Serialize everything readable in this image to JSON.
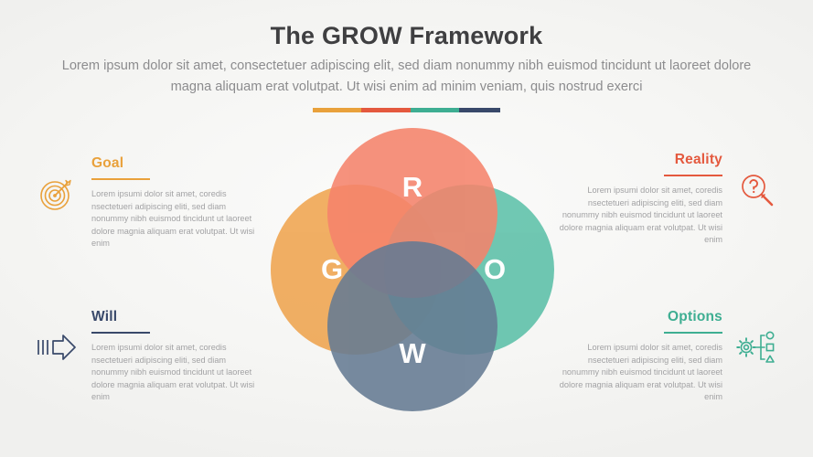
{
  "header": {
    "title": "The GROW Framework",
    "subtitle": "Lorem ipsum dolor sit amet, consectetuer adipiscing elit, sed diam nonummy nibh euismod tincidunt ut laoreet dolore magna aliquam erat volutpat. Ut wisi enim ad minim veniam, quis nostrud exerci"
  },
  "colors": {
    "goal_orange": "#E9A13B",
    "reality_red": "#E4593E",
    "options_teal": "#3EAE92",
    "will_navy": "#39496A",
    "circle_r": "#F5836B",
    "circle_g": "#EFA44F",
    "circle_o": "#5CC0A8",
    "circle_w": "#657B93",
    "background": "#F7F7F5",
    "title_text": "#3F3F41",
    "body_text": "#A2A2A4"
  },
  "divider": {
    "segments": [
      "#E9A13B",
      "#E4593E",
      "#3EAE92",
      "#39496A"
    ]
  },
  "venn": {
    "circles": [
      {
        "letter": "R",
        "name": "reality",
        "color": "#F5836B"
      },
      {
        "letter": "G",
        "name": "goal",
        "color": "#EFA44F"
      },
      {
        "letter": "O",
        "name": "options",
        "color": "#5CC0A8"
      },
      {
        "letter": "W",
        "name": "will",
        "color": "#657B93"
      }
    ]
  },
  "blocks": {
    "goal": {
      "heading": "Goal",
      "body": "Lorem ipsumi dolor sit amet, coredis nsectetueri adipiscing eliti, sed diam nonummy nibh euismod tincidunt ut laoreet dolore magnia aliquam erat volutpat. Ut wisi enim",
      "icon": "target-icon",
      "color": "#E9A13B"
    },
    "will": {
      "heading": "Will",
      "body": "Lorem ipsumi dolor sit amet, coredis nsectetueri adipiscing eliti, sed diam nonummy nibh euismod tincidunt ut laoreet dolore magnia aliquam erat volutpat. Ut wisi enim",
      "icon": "motion-arrow-icon",
      "color": "#39496A"
    },
    "reality": {
      "heading": "Reality",
      "body": "Lorem ipsumi dolor sit amet, coredis nsectetueri adipiscing eliti, sed diam nonummy nibh euismod tincidunt ut laoreet dolore magnia aliquam erat volutpat. Ut wisi enim",
      "icon": "magnifier-question-icon",
      "color": "#E4593E"
    },
    "options": {
      "heading": "Options",
      "body": "Lorem ipsumi dolor sit amet, coredis nsectetueri adipiscing eliti, sed diam nonummy nibh euismod tincidunt ut laoreet dolore magnia aliquam erat volutpat. Ut wisi enim",
      "icon": "gear-branch-shapes-icon",
      "color": "#3EAE92"
    }
  }
}
